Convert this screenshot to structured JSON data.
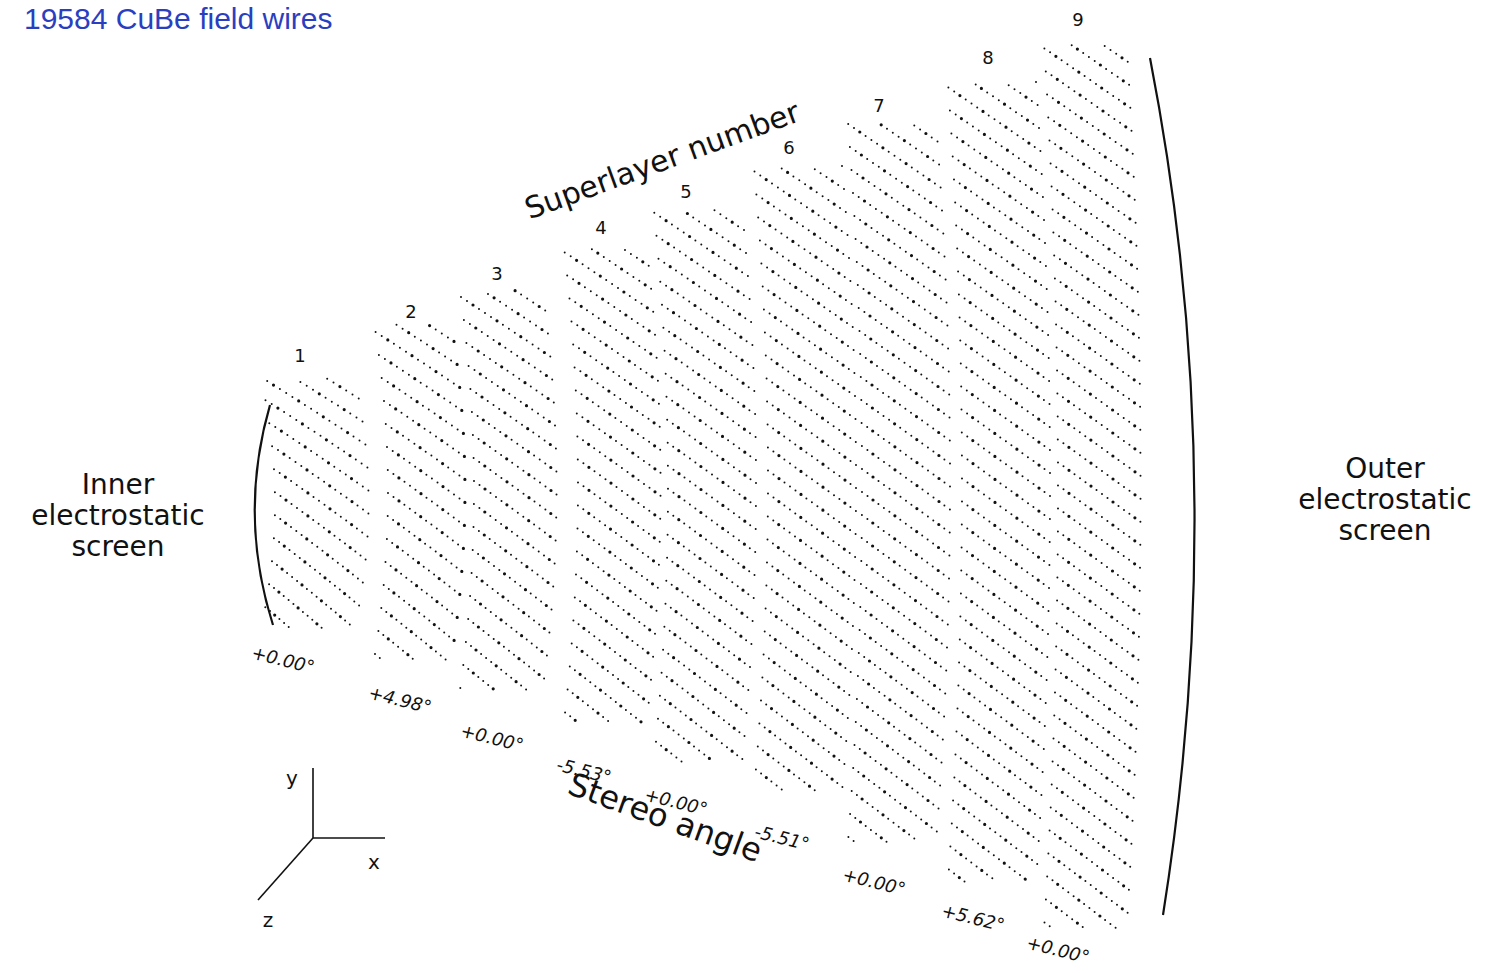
{
  "diagram": {
    "title": "19584 CuBe field wires",
    "labels": [
      "1",
      "2",
      "3",
      "4",
      "5",
      "6",
      "7",
      "8",
      "9",
      "Superlayer number",
      "Inner electrostatic screen",
      "Outer electrostatic screen",
      "+0.00°",
      "+4.98°",
      "+0.00°",
      "-5.53°",
      "+0.00°",
      "-5.51°",
      "+0.00°",
      "+5.62°",
      "+0.00°",
      "Stereo angle",
      "y",
      "x",
      "z"
    ]
  }
}
